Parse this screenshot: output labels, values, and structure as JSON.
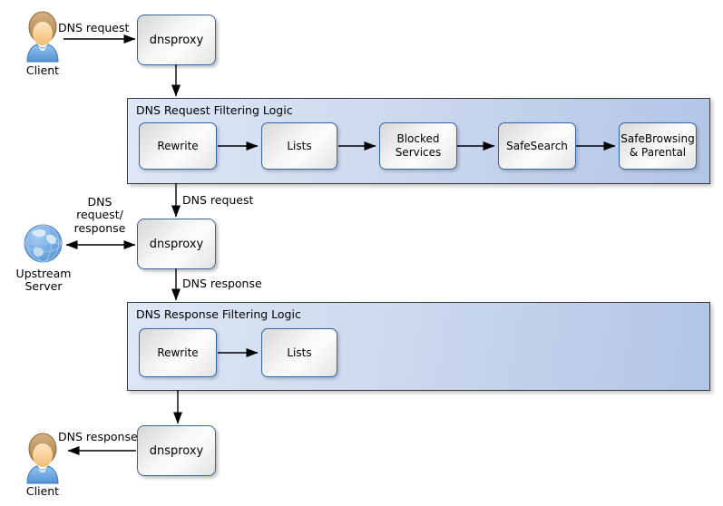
{
  "diagram": {
    "clients": {
      "top_label": "Client",
      "bottom_label": "Client"
    },
    "proxies": {
      "top": "dnsproxy",
      "middle": "dnsproxy",
      "bottom": "dnsproxy"
    },
    "upstream": {
      "label": "Upstream\nServer"
    },
    "request_container": {
      "title": "DNS Request Filtering Logic",
      "boxes": [
        {
          "label": "Rewrite"
        },
        {
          "label": "Lists"
        },
        {
          "label": "Blocked Services"
        },
        {
          "label": "SafeSearch"
        },
        {
          "label": "SafeBrowsing & Parental"
        }
      ]
    },
    "response_container": {
      "title": "DNS Response Filtering Logic",
      "boxes": [
        {
          "label": "Rewrite"
        },
        {
          "label": "Lists"
        }
      ]
    },
    "edge_labels": {
      "client_request": "DNS request",
      "filtered_request": "DNS request",
      "upstream_exchange": "DNS\nrequest/\nresponse",
      "proxy_response": "DNS response",
      "client_response": "DNS response"
    },
    "colors": {
      "container_gradient_start": "#dde7f6",
      "container_gradient_end": "#b2c5e6",
      "node_border": "#3465a4",
      "arrow": "#000000"
    }
  }
}
